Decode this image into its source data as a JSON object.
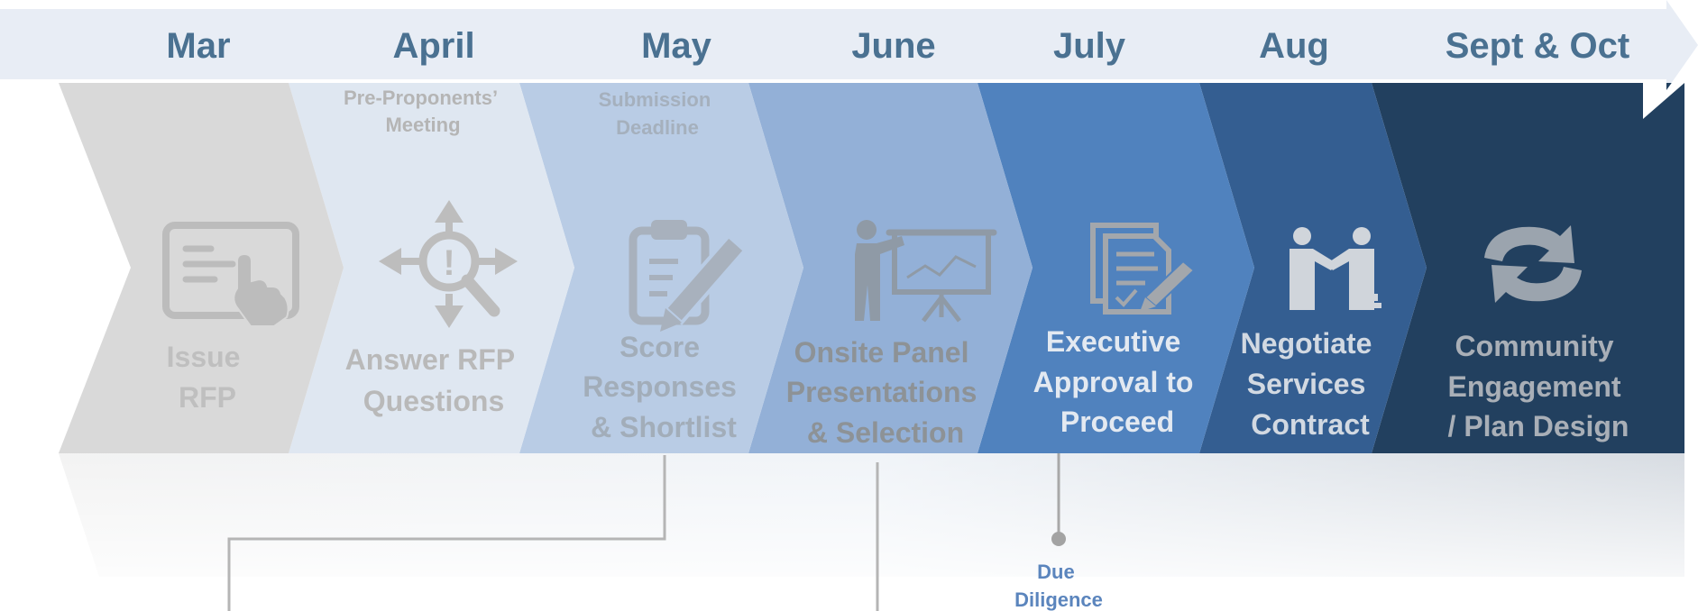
{
  "colors": {
    "banner": "#e8edf5",
    "month_text": "#4a7191",
    "connector": "#b5b5b5",
    "due_diligence": "#5b85bd"
  },
  "months": [
    "Mar",
    "April",
    "May",
    "June",
    "July",
    "Aug",
    "Sept & Oct"
  ],
  "stages": [
    {
      "label_lines": [
        "Issue",
        "RFP"
      ],
      "icon": "tablet-touch-icon",
      "fill": "#d9d9d9",
      "text_color": "#bfbfbf"
    },
    {
      "label_lines": [
        "Answer RFP",
        "Questions"
      ],
      "icon": "question-search-arrows-icon",
      "fill": "#dfe7f1",
      "text_color": "#b9b9b9",
      "note_lines": [
        "Pre-Proponents’",
        "Meeting"
      ]
    },
    {
      "label_lines": [
        "Score",
        "Responses",
        "& Shortlist"
      ],
      "icon": "clipboard-pencil-icon",
      "fill": "#b9cce5",
      "text_color": "#a2adb9",
      "note_lines": [
        "Submission",
        "Deadline"
      ]
    },
    {
      "label_lines": [
        "Onsite Panel",
        "Presentations",
        "& Selection"
      ],
      "icon": "presenter-board-icon",
      "fill": "#93b0d7",
      "text_color": "#8d9296"
    },
    {
      "label_lines": [
        "Executive",
        "Approval to",
        "Proceed"
      ],
      "icon": "signed-document-icon",
      "fill": "#5082be",
      "text_color": "#e3e9f1"
    },
    {
      "label_lines": [
        "Negotiate",
        "Services",
        "Contract"
      ],
      "icon": "handshake-icon",
      "fill": "#345e91",
      "text_color": "#d2d9e2"
    },
    {
      "label_lines": [
        "Community",
        "Engagement",
        "/ Plan Design"
      ],
      "icon": "refresh-cycle-icon",
      "fill": "#22405f",
      "text_color": "#a9afb7"
    }
  ],
  "due_diligence_lines": [
    "Due",
    "Diligence"
  ]
}
